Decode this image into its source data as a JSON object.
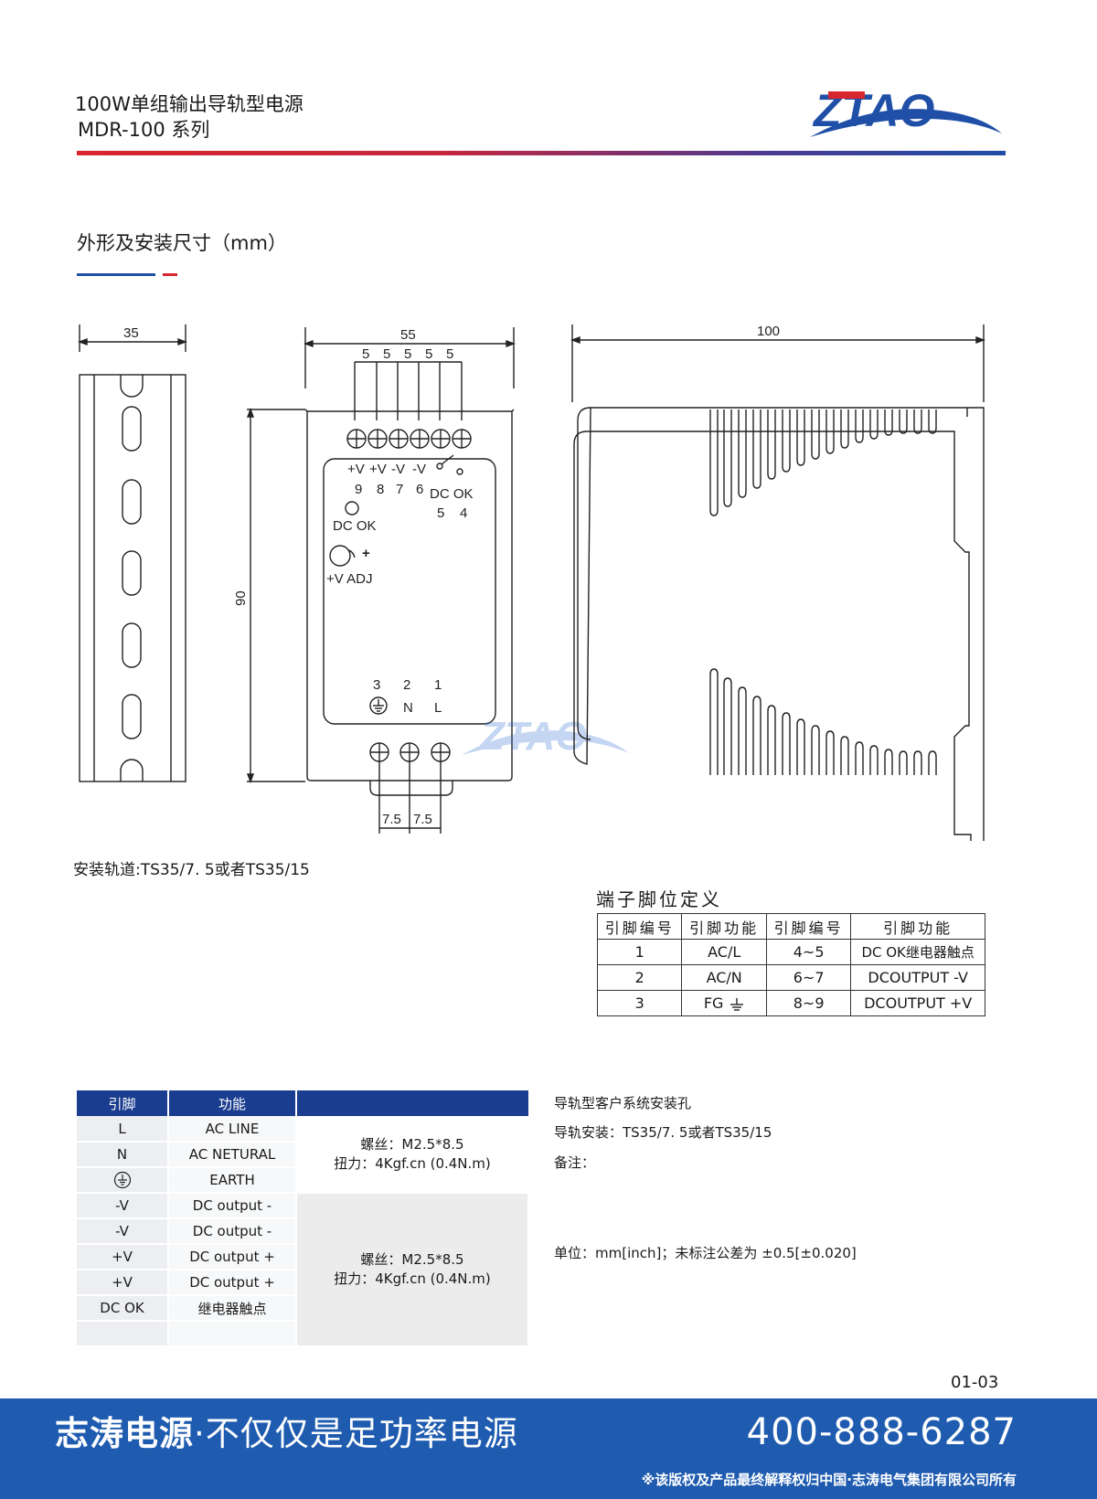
{
  "header": {
    "title": "100W单组输出导轨型电源",
    "subtitle": "MDR-100 系列",
    "logo_text": "ZTAO",
    "watermark_text": "ZTAO"
  },
  "section": {
    "title": "外形及安装尺寸（mm）"
  },
  "colors": {
    "brand_blue": "#1f5cb0",
    "brand_red": "#d7262e",
    "table_head": "#1a3d8f"
  },
  "dimensions": {
    "rail_width": "35",
    "front_width": "55",
    "terminal_pitch": [
      "5",
      "5",
      "5",
      "5",
      "5"
    ],
    "front_height": "90",
    "bottom_pitch": [
      "7.5",
      "7.5"
    ],
    "side_depth": "100"
  },
  "front_panel": {
    "top_labels": [
      "+V",
      "+V",
      "-V",
      "-V"
    ],
    "top_numbers": [
      "9",
      "8",
      "7",
      "6"
    ],
    "relay_label": "DC OK",
    "relay_numbers": [
      "5",
      "4"
    ],
    "led_label": "DC OK",
    "adj_label": "+V ADJ",
    "adj_plus": "+",
    "bottom_numbers": [
      "3",
      "2",
      "1"
    ],
    "bottom_labels": [
      "N",
      "L"
    ]
  },
  "rail_note": "安装轨道:TS35/7. 5或者TS35/15",
  "pin_definition": {
    "title": "端子脚位定义",
    "headers": [
      "引脚编号",
      "引脚功能",
      "引脚编号",
      "引脚功能"
    ],
    "rows": [
      [
        "1",
        "AC/L",
        "4~5",
        "DC OK继电器触点"
      ],
      [
        "2",
        "AC/N",
        "6~7",
        "DCOUTPUT -V"
      ],
      [
        "3",
        "FG",
        "8~9",
        "DCOUTPUT +V"
      ]
    ]
  },
  "spec_table": {
    "headers": [
      "引脚",
      "功能"
    ],
    "rows": [
      [
        "L",
        "AC LINE"
      ],
      [
        "N",
        "AC NETURAL"
      ],
      [
        "",
        "EARTH"
      ],
      [
        "-V",
        "DC output -"
      ],
      [
        "-V",
        "DC output -"
      ],
      [
        "+V",
        "DC output +"
      ],
      [
        "+V",
        "DC output +"
      ],
      [
        "DC OK",
        "继电器触点"
      ],
      [
        "",
        ""
      ]
    ],
    "group1": [
      "螺丝：M2.5*8.5",
      "扭力：4Kgf.cn (0.4N.m)"
    ],
    "group2": [
      "螺丝：M2.5*8.5",
      "扭力：4Kgf.cn (0.4N.m)"
    ]
  },
  "notes": {
    "install_hole": "导轨型客户系统安装孔",
    "rail_install": "导轨安装：TS35/7. 5或者TS35/15",
    "remark": "备注：",
    "unit": "单位：mm[inch]；未标注公差为 ±0.5[±0.020]"
  },
  "page_number": "01-03",
  "footer": {
    "slogan_bold": "志涛电源",
    "slogan_rest": "·不仅仅是足功率电源",
    "phone": "400-888-6287",
    "copyright": "※该版权及产品最终解释权归中国·志涛电气集团有限公司所有"
  }
}
